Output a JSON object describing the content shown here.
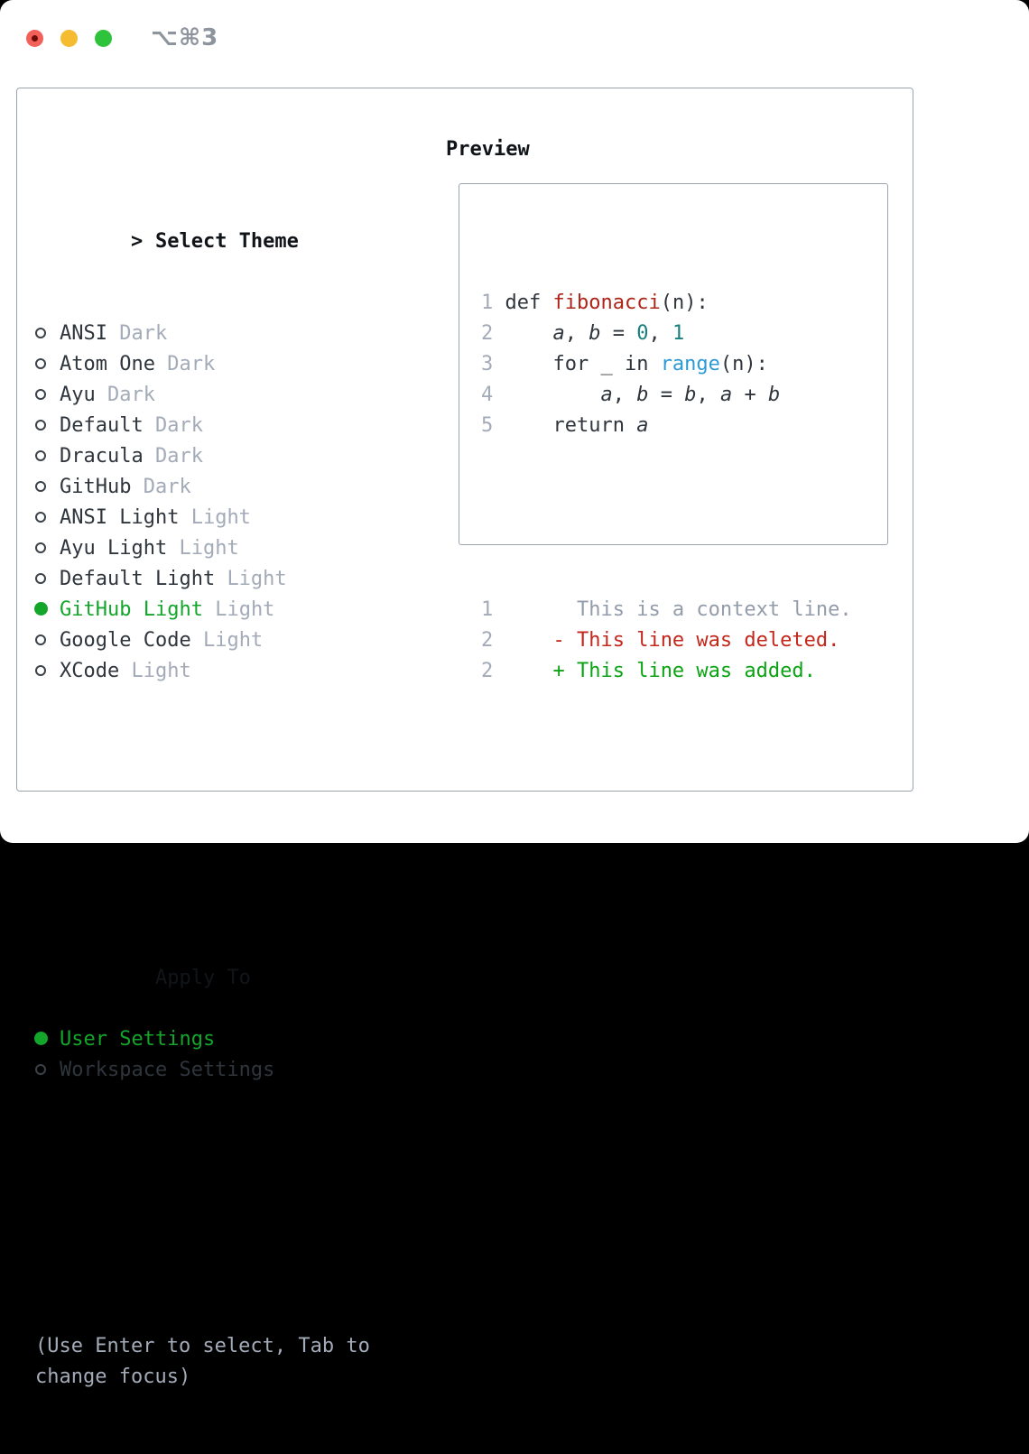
{
  "window": {
    "title": "⌥⌘3",
    "traffic_lights": [
      "close",
      "minimize",
      "zoom"
    ]
  },
  "colors": {
    "selection_green": "#14a52b",
    "added_green": "#0ba314",
    "deleted_red": "#c3271b",
    "function_red": "#ae2419",
    "number_teal": "#17807d",
    "builtin_blue": "#2c9ad6",
    "muted_gray": "#a3abb8",
    "text_dark": "#2f353c",
    "border_gray": "#9aa4b0"
  },
  "theme_list": {
    "header_marker": ">",
    "header": "Select Theme",
    "items": [
      {
        "name": "ANSI",
        "tag": "Dark",
        "selected": false
      },
      {
        "name": "Atom One",
        "tag": "Dark",
        "selected": false
      },
      {
        "name": "Ayu",
        "tag": "Dark",
        "selected": false
      },
      {
        "name": "Default",
        "tag": "Dark",
        "selected": false
      },
      {
        "name": "Dracula",
        "tag": "Dark",
        "selected": false
      },
      {
        "name": "GitHub",
        "tag": "Dark",
        "selected": false
      },
      {
        "name": "ANSI Light",
        "tag": "Light",
        "selected": false
      },
      {
        "name": "Ayu Light",
        "tag": "Light",
        "selected": false
      },
      {
        "name": "Default Light",
        "tag": "Light",
        "selected": false
      },
      {
        "name": "GitHub Light",
        "tag": "Light",
        "selected": true
      },
      {
        "name": "Google Code",
        "tag": "Light",
        "selected": false
      },
      {
        "name": "XCode",
        "tag": "Light",
        "selected": false
      }
    ]
  },
  "apply_to": {
    "header": "Apply To",
    "options": [
      {
        "name": "User Settings",
        "selected": true
      },
      {
        "name": "Workspace Settings",
        "selected": false
      }
    ]
  },
  "hint": "(Use Enter to select, Tab to change focus)",
  "preview": {
    "header": "Preview",
    "code_lines": [
      {
        "segments": [
          {
            "t": "1 ",
            "c": "num"
          },
          {
            "t": "def ",
            "c": "plain"
          },
          {
            "t": "fibonacci",
            "c": "fn"
          },
          {
            "t": "(n):",
            "c": "plain"
          }
        ]
      },
      {
        "segments": [
          {
            "t": "2 ",
            "c": "num"
          },
          {
            "t": "    ",
            "c": "plain"
          },
          {
            "t": "a",
            "c": "var"
          },
          {
            "t": ", ",
            "c": "plain"
          },
          {
            "t": "b",
            "c": "var"
          },
          {
            "t": " = ",
            "c": "plain"
          },
          {
            "t": "0",
            "c": "lit"
          },
          {
            "t": ", ",
            "c": "plain"
          },
          {
            "t": "1",
            "c": "lit"
          }
        ]
      },
      {
        "segments": [
          {
            "t": "3 ",
            "c": "num"
          },
          {
            "t": "    for _ in ",
            "c": "plain"
          },
          {
            "t": "range",
            "c": "bi"
          },
          {
            "t": "(n):",
            "c": "plain"
          }
        ]
      },
      {
        "segments": [
          {
            "t": "4 ",
            "c": "num"
          },
          {
            "t": "        ",
            "c": "plain"
          },
          {
            "t": "a",
            "c": "var"
          },
          {
            "t": ", ",
            "c": "plain"
          },
          {
            "t": "b",
            "c": "var"
          },
          {
            "t": " = ",
            "c": "plain"
          },
          {
            "t": "b",
            "c": "var"
          },
          {
            "t": ", ",
            "c": "plain"
          },
          {
            "t": "a",
            "c": "var"
          },
          {
            "t": " + ",
            "c": "plain"
          },
          {
            "t": "b",
            "c": "var"
          }
        ]
      },
      {
        "segments": [
          {
            "t": "5 ",
            "c": "num"
          },
          {
            "t": "    return ",
            "c": "plain"
          },
          {
            "t": "a",
            "c": "var"
          }
        ]
      }
    ],
    "diff_lines": [
      {
        "segments": [
          {
            "t": "1",
            "c": "num"
          },
          {
            "t": "       ",
            "c": "plain"
          },
          {
            "t": "This is a context line.",
            "c": "ctx"
          }
        ]
      },
      {
        "segments": [
          {
            "t": "2",
            "c": "num"
          },
          {
            "t": "     ",
            "c": "plain"
          },
          {
            "t": "- This line was deleted.",
            "c": "del"
          }
        ]
      },
      {
        "segments": [
          {
            "t": "2",
            "c": "num"
          },
          {
            "t": "     ",
            "c": "plain"
          },
          {
            "t": "+ This line was added.",
            "c": "add"
          }
        ]
      }
    ]
  }
}
